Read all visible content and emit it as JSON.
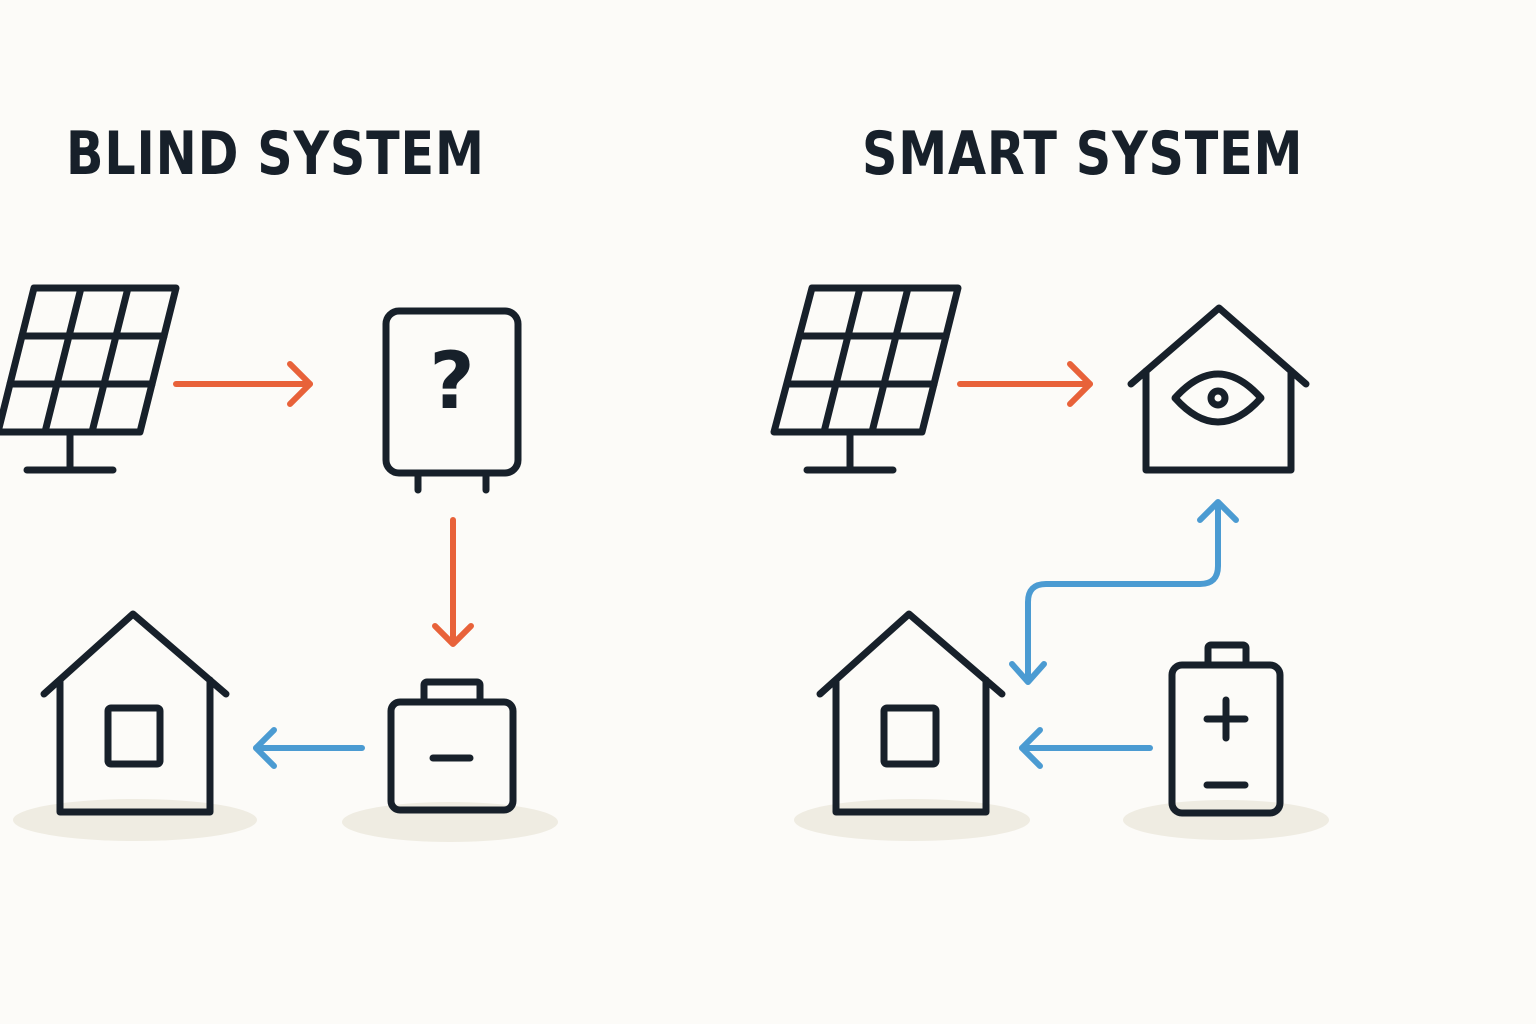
{
  "panels": {
    "blind": {
      "title": "BLIND SYSTEM",
      "unknown_symbol": "?"
    },
    "smart": {
      "title": "SMART SYSTEM"
    }
  },
  "colors": {
    "ink": "#17202a",
    "energy_flow": "#e8623a",
    "load_flow": "#4b9bd2",
    "background": "#fcfbf8",
    "ground_shadow": "#efece2"
  },
  "icons": {
    "blind": [
      "solar-panel-icon",
      "unknown-inverter-icon",
      "battery-icon",
      "house-icon"
    ],
    "smart": [
      "solar-panel-icon",
      "smart-home-eye-icon",
      "house-icon",
      "battery-charge-icon"
    ]
  },
  "connections": {
    "blind": [
      {
        "from": "solar-panel",
        "to": "inverter",
        "color": "energy_flow"
      },
      {
        "from": "inverter",
        "to": "battery",
        "color": "energy_flow"
      },
      {
        "from": "battery",
        "to": "house",
        "color": "load_flow"
      }
    ],
    "smart": [
      {
        "from": "solar-panel",
        "to": "smart-home-hub",
        "color": "energy_flow"
      },
      {
        "from": "house",
        "to": "smart-home-hub",
        "color": "load_flow",
        "bidirectional": true
      },
      {
        "from": "battery",
        "to": "house",
        "color": "load_flow"
      }
    ]
  }
}
